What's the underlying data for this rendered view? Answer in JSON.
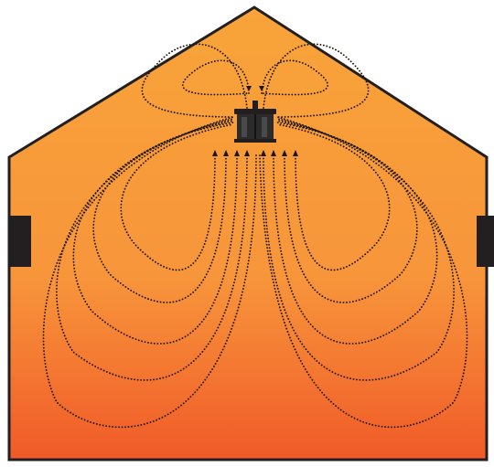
{
  "diagram": {
    "title": "",
    "colors": {
      "wall": "#231f20",
      "roof_warm": "#f8a43a",
      "mid_warm": "#f7953b",
      "floor_hot": "#f05a28",
      "fan_body": "#2b2b2b",
      "fan_highlight": "#4a4a4a",
      "vent": "#231f20",
      "airflow_dots": "#1e1408"
    },
    "elements": {
      "building": "building-cross-section",
      "fan": "ceiling-fan",
      "vents": [
        "left-wall-vent",
        "right-wall-vent"
      ],
      "airflow": "dotted-air-circulation-loops"
    },
    "airflow": {
      "upper_loops": 2,
      "lower_loops_per_side": 5,
      "direction_near_fan": "upward"
    }
  }
}
